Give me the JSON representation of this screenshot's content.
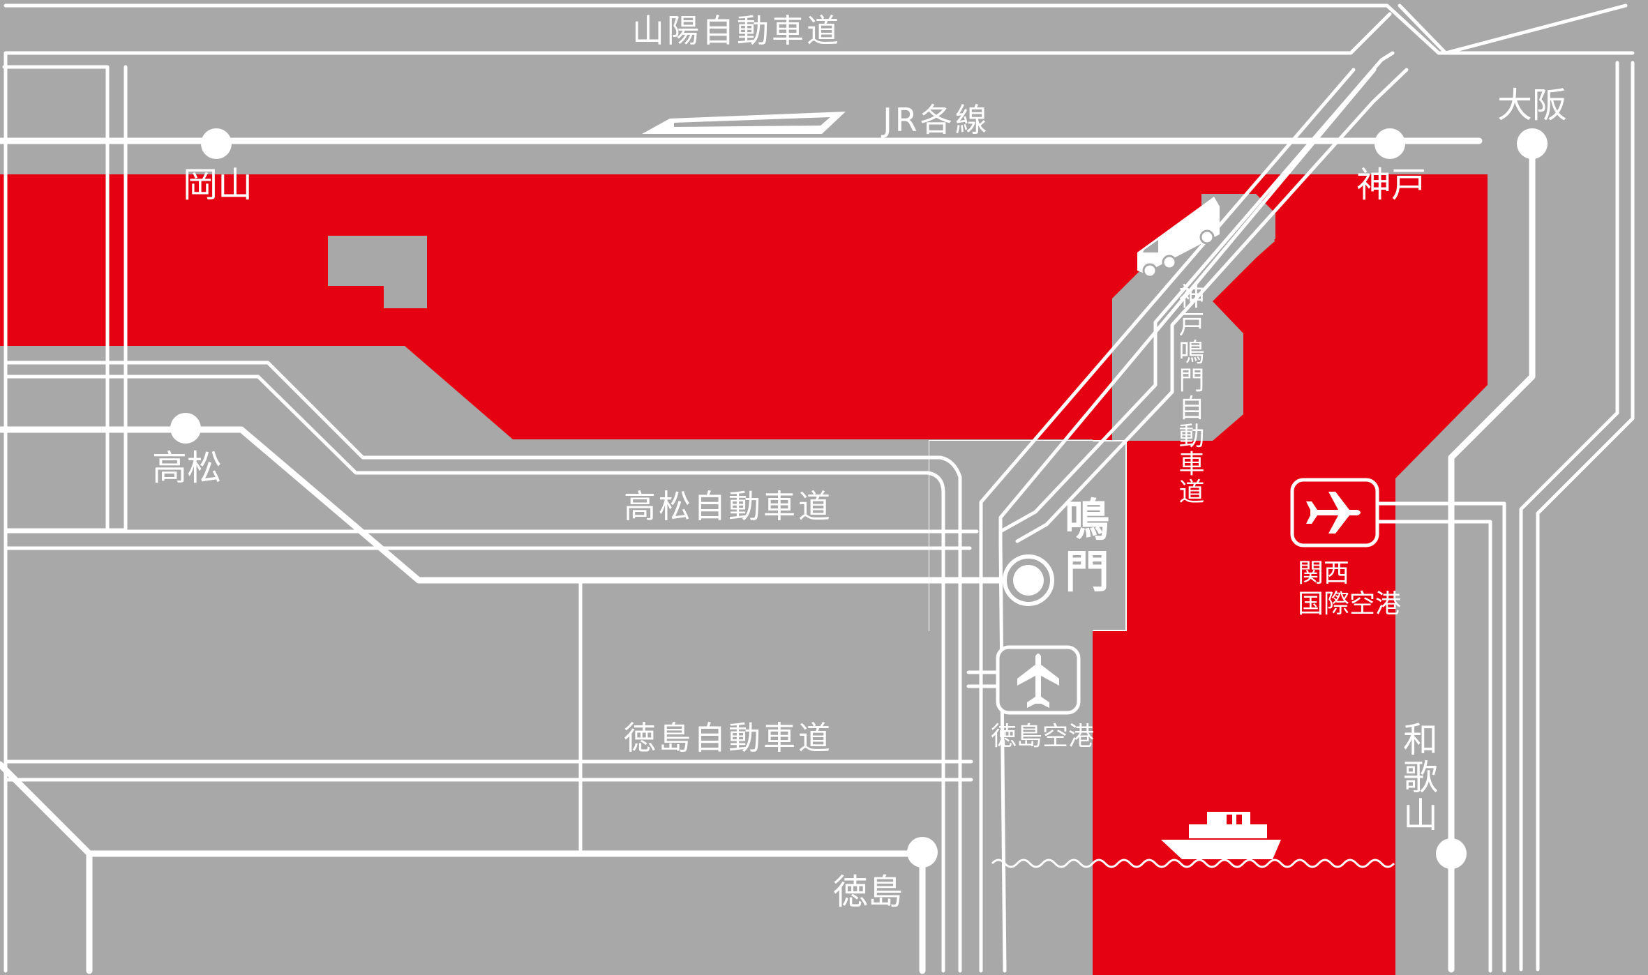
{
  "colors": {
    "land": "#a8a8a8",
    "sea": "#e50012",
    "line": "#ffffff"
  },
  "roads": {
    "sanyo": "山陽自動車道",
    "jr": "JR各線",
    "takamatsu_expwy": "高松自動車道",
    "tokushima_expwy": "徳島自動車道",
    "kobe_naruto_v": [
      "神",
      "戸",
      "鳴",
      "門",
      "自",
      "動",
      "車",
      "道"
    ]
  },
  "cities": {
    "okayama": "岡山",
    "kobe": "神戸",
    "osaka": "大阪",
    "takamatsu": "高松",
    "tokushima": "徳島",
    "naruto_v": [
      "鳴",
      "門"
    ],
    "wakayama_v": [
      "和",
      "歌",
      "山"
    ]
  },
  "airports": {
    "kansai_line1": "関西",
    "kansai_line2": "国際空港",
    "tokushima": "徳島空港"
  },
  "icons": {
    "train": "shinkansen-icon",
    "bus": "bus-icon",
    "ship": "ship-icon",
    "plane": "airplane-icon"
  }
}
